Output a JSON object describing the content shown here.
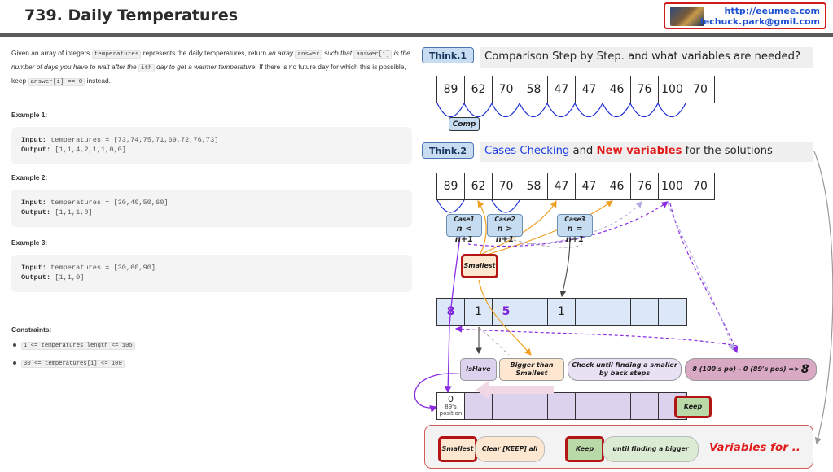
{
  "header": {
    "title": "739. Daily Temperatures",
    "brand_url": "http://eeumee.com",
    "brand_email": "lechuck.park@gmil.com"
  },
  "problem": {
    "p1": "Given an array of integers",
    "p1_code": "temperatures",
    "p2": "represents the daily temperatures, return",
    "p2_i": "an array",
    "p2_code": "answer",
    "p3_i": "such that",
    "p3_code": "answer[i]",
    "p4_i": "is the number of days you have to wait after the",
    "p4_code": "ith",
    "p5_i": "day to get a warmer temperature.",
    "p6": "If there is no future day for which this is possible, keep",
    "p6_code": "answer[i] == 0",
    "p7": "instead."
  },
  "examples": [
    {
      "heading": "Example 1:",
      "input_label": "Input:",
      "input": "temperatures = [73,74,75,71,69,72,76,73]",
      "output_label": "Output:",
      "output": "[1,1,4,2,1,1,0,0]"
    },
    {
      "heading": "Example 2:",
      "input_label": "Input:",
      "input": "temperatures = [30,40,50,60]",
      "output_label": "Output:",
      "output": "[1,1,1,0]"
    },
    {
      "heading": "Example 3:",
      "input_label": "Input:",
      "input": "temperatures = [30,60,90]",
      "output_label": "Output:",
      "output": "[1,1,0]"
    }
  ],
  "constraints": {
    "heading": "Constraints:",
    "items": [
      "1 <= temperatures.length <= 105",
      "30 <= temperatures[i] <= 100"
    ]
  },
  "think1": {
    "label": "Think.1",
    "text": "Comparison Step by Step. and what variables are needed?",
    "values": [
      "89",
      "62",
      "70",
      "58",
      "47",
      "47",
      "46",
      "76",
      "100",
      "70"
    ],
    "comp": "Comp"
  },
  "think2": {
    "label": "Think.2",
    "text_a": "Cases Checking",
    "text_b": " and ",
    "text_c": "New variables",
    "text_d": " for the solutions",
    "values": [
      "89",
      "62",
      "70",
      "58",
      "47",
      "47",
      "46",
      "76",
      "100",
      "70"
    ],
    "cases": [
      {
        "name": "Case1",
        "rule": "n < n+1"
      },
      {
        "name": "Case2",
        "rule": "n > n+1"
      },
      {
        "name": "Case3",
        "rule": "n = n+1"
      }
    ],
    "smallest": "Smallest"
  },
  "answer_array": [
    "8",
    "1",
    "5",
    "",
    "1",
    "",
    "",
    "",
    ""
  ],
  "notes": {
    "ishave": "IsHave",
    "bigger": "Bigger than Smallest",
    "check": "Check until finding a smaller by back steps",
    "formula_a": "8 (100's po) - 0 (89's pos) => ",
    "formula_b": "8"
  },
  "keep_stack": {
    "first_value": "0",
    "first_note": "89's position",
    "keep_label": "Keep"
  },
  "variables": {
    "smallest": "Smallest",
    "clear": "Clear [KEEP] all",
    "keep": "Keep",
    "until": "until finding a bigger",
    "title": "Variables for .."
  },
  "colors": {
    "accent_red": "#e01a1a",
    "blue_text": "#1d3fe0",
    "purple": "#7a1fd6",
    "orange": "#f0a020",
    "think_bg": "#c9ddf2"
  }
}
